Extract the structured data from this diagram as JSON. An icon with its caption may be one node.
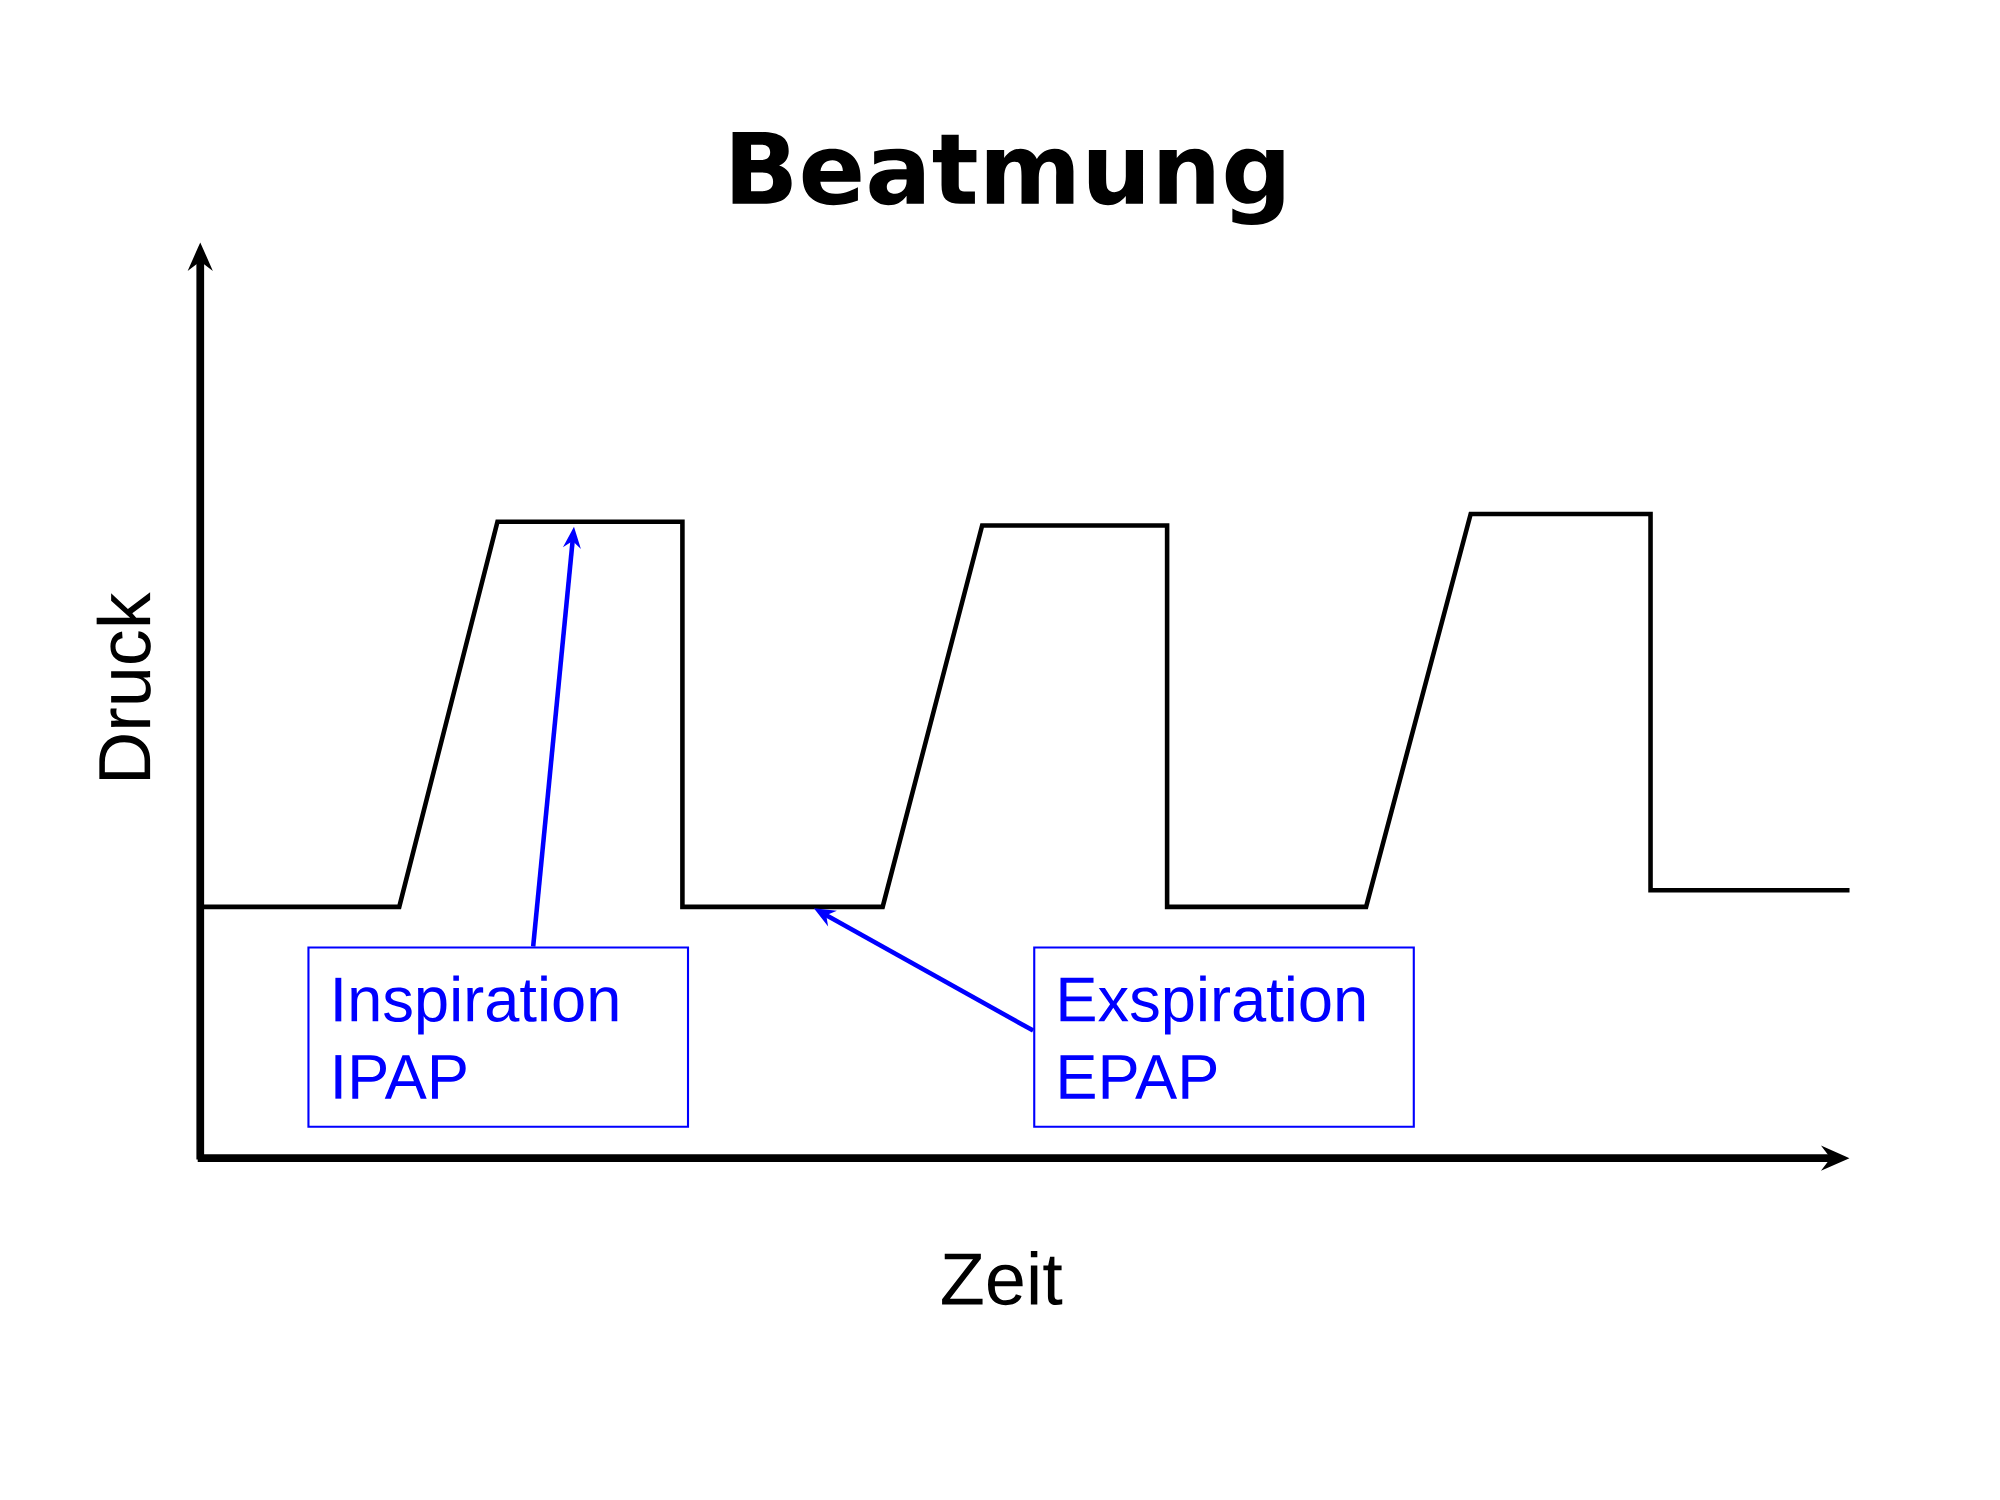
{
  "diagram": {
    "title": "Beatmung",
    "nodes": [
      {
        "text": [
          "Inspiration IPAP"
        ]
      },
      {
        "text": [
          "Exspiration EPAP"
        ]
      }
    ],
    "edges": [
      {
        "from": 0,
        "to": null,
        "arrow": "to"
      },
      {
        "from": 1,
        "to": null,
        "arrow": "to"
      }
    ],
    "labels": [
      "Druck",
      "Zeit"
    ]
  }
}
